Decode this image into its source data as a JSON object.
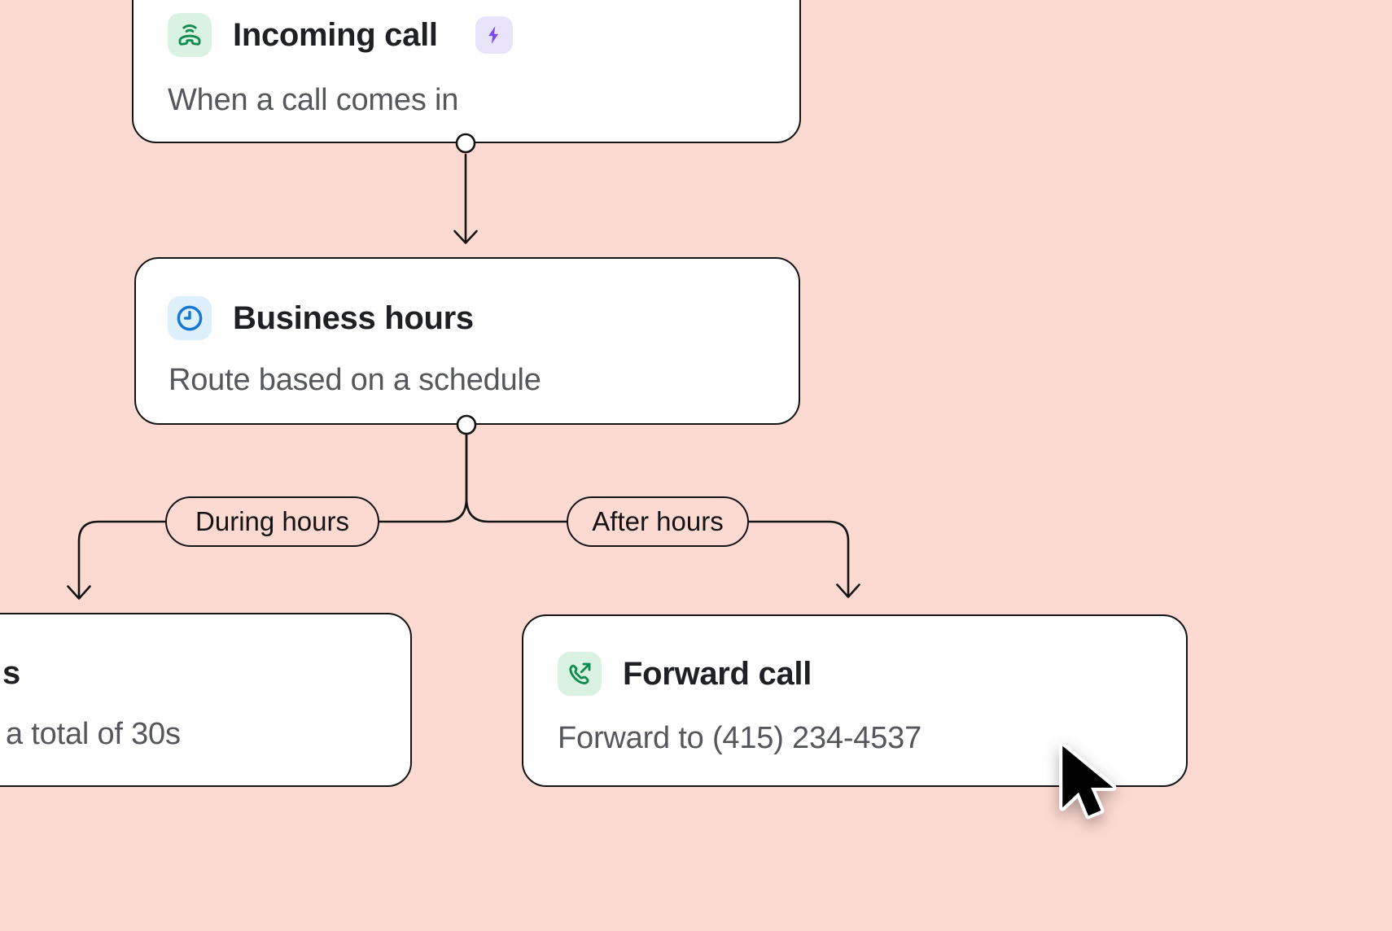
{
  "canvas": {
    "background_color": "#fcd9d1",
    "line_color": "#141414",
    "card_color": "#ffffff"
  },
  "nodes": {
    "incoming": {
      "title": "Incoming call",
      "subtitle": "When a call comes in",
      "icon": "incoming-call-icon",
      "icon_color": "#0f8a50",
      "icon_bg": "#d9f2e1",
      "badge_icon": "lightning-bolt-icon",
      "badge_color": "#7a4bf0",
      "badge_bg": "#eae4fb"
    },
    "business": {
      "title": "Business hours",
      "subtitle": "Route based on a schedule",
      "icon": "clock-icon",
      "icon_color": "#1678d3",
      "icon_bg": "#def0fc"
    },
    "ring": {
      "title_fragment": "s",
      "subtitle_fragment": "a total of 30s"
    },
    "forward": {
      "title": "Forward call",
      "subtitle": "Forward to (415) 234-4537",
      "icon": "forward-call-icon",
      "icon_color": "#0f8a50",
      "icon_bg": "#d9f2e1"
    }
  },
  "branches": {
    "during": {
      "label": "During hours"
    },
    "after": {
      "label": "After hours"
    }
  },
  "cursor": {
    "icon": "mouse-pointer-icon"
  }
}
